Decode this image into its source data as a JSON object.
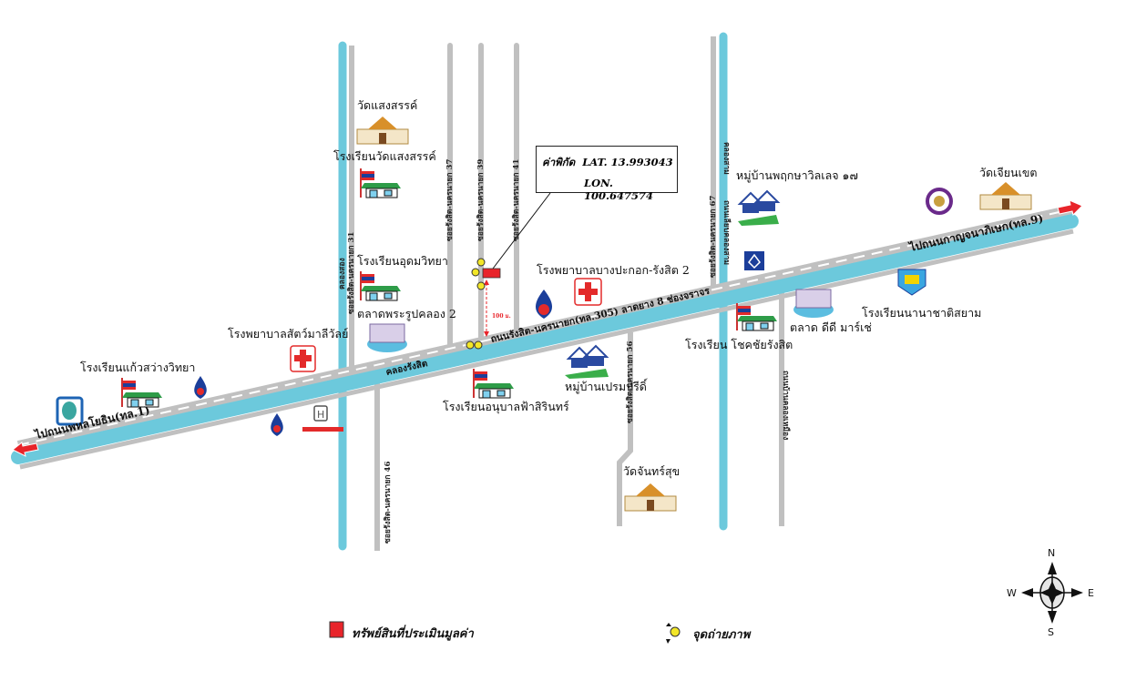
{
  "coordinates": {
    "label": "ค่าพิกัด",
    "lat": "LAT. 13.993043",
    "lon": "LON. 100.647574"
  },
  "main_roads": {
    "west": "ไปถนนพหลโยธิน(ทล.1)",
    "main": "ถนนรังสิต-นครนายก(ทล.305) ลาดยาง 8 ช่องจราจร",
    "canal": "คลองรังสิต",
    "east": "ไปถนนกาญจนาภิเษก(ทล.9)"
  },
  "side_roads": {
    "soi31": "ซอยรังสิต-นครนายก 31",
    "khlong2": "คลองสอง",
    "soi37": "ซอยรังสิต-นครนายก 37",
    "soi39": "ซอยรังสิต-นครนายก 39",
    "soi41": "ซอยรังสิต-นครนายก 41",
    "soi46": "ซอยรังสิต-นครนายก 46",
    "soi56": "ซอยรังสิต-นครนายก 56",
    "soi67": "ซอยรังสิต-นครนายก 67",
    "khlong3": "คลองสาม",
    "liap_khlong3": "ถนนเลียบคลองสาม",
    "ban_road": "ถนนบ้านคลองเหมือง"
  },
  "distance_label": "100 ม.",
  "landmarks": {
    "wat_saengsan": "วัดแสงสรรค์",
    "school_saengsan": "โรงเรียนวัดแสงสรรค์",
    "school_udom": "โรงเรียนอุดมวิทยา",
    "market_phrarup": "ตลาดพระรูปคลอง 2",
    "vet_hospital": "โรงพยาบาลสัตว์มาลีวัลย์",
    "school_kaewsawang": "โรงเรียนแก้วสว่างวิทยา",
    "hospital_bangpakok": "โรงพยาบาลบางปะกอก-รังสิต 2",
    "school_anuban": "โรงเรียนอนุบาลฟ้าสิรินทร์",
    "village_prempree": "หมู่บ้านเปรมปรีดิ์",
    "wat_chansuk": "วัดจันทร์สุข",
    "village_pruksa": "หมู่บ้านพฤกษาวิลเลจ ๑๗",
    "school_chokchai": "โรงเรียน โชคชัยรังสิต",
    "market_dd": "ตลาด ดีดี มาร์เช่",
    "school_siam": "โรงเรียนนานาชาติสยาม",
    "wat_chianchet": "วัดเจียนเขต"
  },
  "legend": {
    "property": "ทรัพย์สินที่ประเมินมูลค่า",
    "photo_point": "จุดถ่ายภาพ"
  },
  "compass": {
    "n": "N",
    "s": "S",
    "e": "E",
    "w": "W"
  },
  "colors": {
    "canal": "#6cc9dc",
    "road": "#c0c0c0",
    "property": "#e8242a",
    "photo": "#f2e628",
    "hospital": "#e32a2a",
    "ptt": "#1b3e9a"
  }
}
